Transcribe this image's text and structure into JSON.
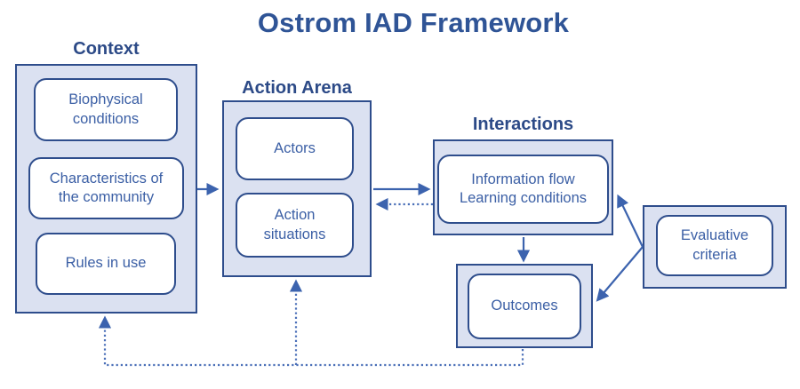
{
  "title": "Ostrom IAD Framework",
  "colors": {
    "title_text": "#2f5496",
    "header_text": "#2c4a87",
    "box_border": "#2e4d8c",
    "group_fill": "#dbe1f1",
    "inner_fill": "#ffffff",
    "box_text": "#3b5fa5",
    "arrow_solid": "#3c63ae",
    "arrow_dotted": "#4a6fb8"
  },
  "groups": {
    "context": {
      "header": "Context",
      "boxes": {
        "biophysical": "Biophysical\nconditions",
        "characteristics": "Characteristics of\nthe community",
        "rules": "Rules in use"
      }
    },
    "action_arena": {
      "header": "Action Arena",
      "boxes": {
        "actors": "Actors",
        "action_situations": "Action\nsituations"
      }
    },
    "interactions": {
      "header": "Interactions",
      "boxes": {
        "information": "Information flow\nLearning conditions"
      }
    },
    "outcomes": {
      "boxes": {
        "outcomes": "Outcomes"
      }
    },
    "evaluative_criteria": {
      "boxes": {
        "evaluative": "Evaluative\ncriteria"
      }
    }
  },
  "arrows": [
    {
      "from": "context",
      "to": "action-arena",
      "style": "solid"
    },
    {
      "from": "action-arena",
      "to": "interactions",
      "style": "solid"
    },
    {
      "from": "interactions",
      "to": "action-arena",
      "style": "dotted"
    },
    {
      "from": "interactions",
      "to": "outcomes",
      "style": "solid"
    },
    {
      "from": "evaluative-criteria",
      "to": "interactions",
      "style": "solid"
    },
    {
      "from": "evaluative-criteria",
      "to": "outcomes",
      "style": "solid"
    },
    {
      "from": "outcomes",
      "to": "context",
      "style": "dotted"
    },
    {
      "from": "outcomes",
      "to": "action-arena",
      "style": "dotted"
    }
  ]
}
